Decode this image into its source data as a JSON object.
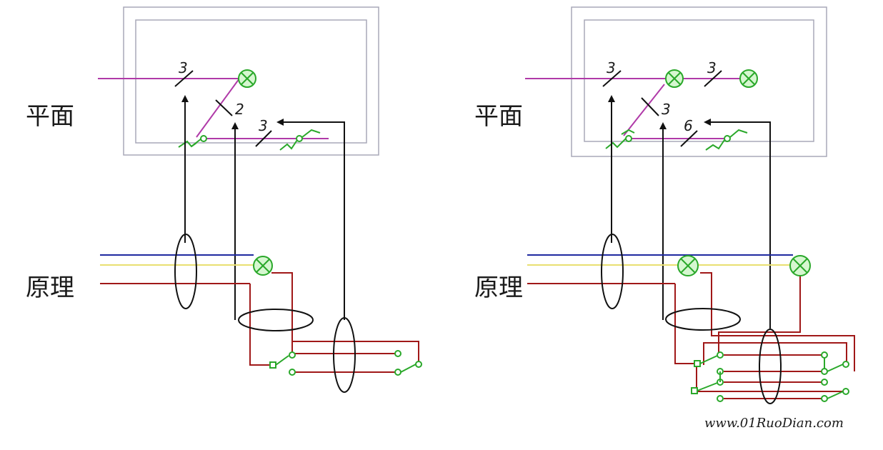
{
  "labels": {
    "plan": "平面",
    "principle": "原理"
  },
  "left": {
    "n_top": "3",
    "n_mid": "2",
    "n_right": "3"
  },
  "right": {
    "n_top_a": "3",
    "n_top_b": "3",
    "n_mid": "3",
    "n_right": "6"
  },
  "watermark": "www.01RuoDian.com",
  "colors": {
    "frame": "#a9a9b8",
    "magenta": "#b03aa8",
    "green": "#2aa82a",
    "lamp_fill": "#d6f7d0",
    "blue": "#1f2aa0",
    "yellow": "#e8e070",
    "red": "#a01818",
    "black": "#111111"
  }
}
